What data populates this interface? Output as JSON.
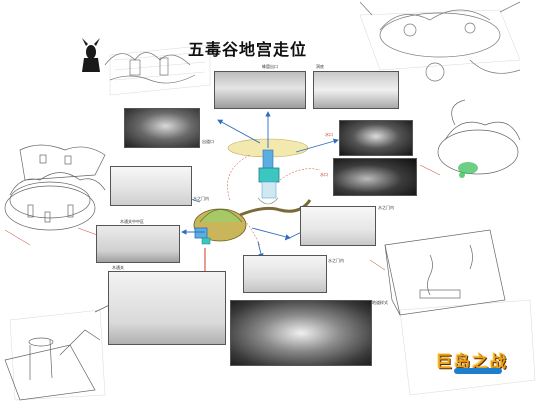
{
  "title": "五毒谷地宫走位",
  "captions": {
    "top_left_panel": "蛛窟出口",
    "top_right_panel": "洞底",
    "dark_left_panel": "出道口",
    "upper_right_1": "水口",
    "upper_right_2": "水口",
    "left_mid": "水之门内",
    "center_left_panel": "木通关中中区",
    "mid_right_panel": "水之门内",
    "lower_center_panel": "水之门内",
    "lower_left_panel": "木通关",
    "corridor_panel": "地道样式"
  },
  "logo": {
    "text": "巨岛之战"
  },
  "colors": {
    "water_teal": "#3cc6c0",
    "pillar_blue": "#5aaee0",
    "connector_blue": "#2e6cc0",
    "arrow_red": "#d03a2a",
    "green_glow": "#3bbf5a",
    "olive_hill": "#c9b55a"
  }
}
